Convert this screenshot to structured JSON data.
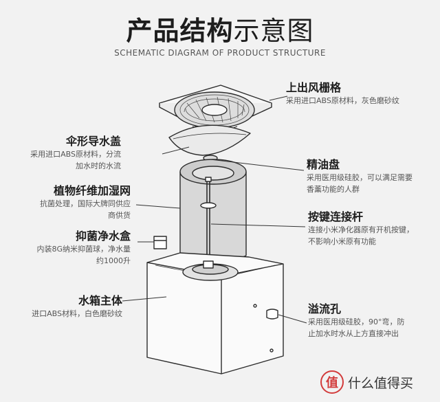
{
  "header": {
    "title_bold": "产品结构",
    "title_light": "示意图",
    "subtitle": "SCHEMATIC DIAGRAM OF PRODUCT STRUCTURE"
  },
  "labels": {
    "top_grille": {
      "title": "上出风栅格",
      "desc": [
        "采用进口ABS原材料，灰色磨砂纹"
      ]
    },
    "umbrella_cover": {
      "title": "伞形导水盖",
      "desc": [
        "采用进口ABS原材料，分流",
        "加水时的水流"
      ]
    },
    "oil_tray": {
      "title": "精油盘",
      "desc": [
        "采用医用级硅胶，可以满足需要",
        "香薰功能的人群"
      ]
    },
    "fiber_net": {
      "title": "植物纤维加湿网",
      "desc": [
        "抗菌处理，国际大牌同供应",
        "商供货"
      ]
    },
    "button_rod": {
      "title": "按键连接杆",
      "desc": [
        "连接小米净化器原有开机按键，",
        "不影响小米原有功能"
      ]
    },
    "clean_box": {
      "title": "抑菌净水盒",
      "desc": [
        "内装8G纳米抑菌球，净水量",
        "约1000升"
      ]
    },
    "tank_body": {
      "title": "水箱主体",
      "desc": [
        "进口ABS材料，白色磨砂纹"
      ]
    },
    "overflow_hole": {
      "title": "溢流孔",
      "desc": [
        "采用医用级硅胶，90°弯，防",
        "止加水时水从上方直接冲出"
      ]
    }
  },
  "watermark": {
    "badge": "值",
    "text": "什么值得买"
  }
}
